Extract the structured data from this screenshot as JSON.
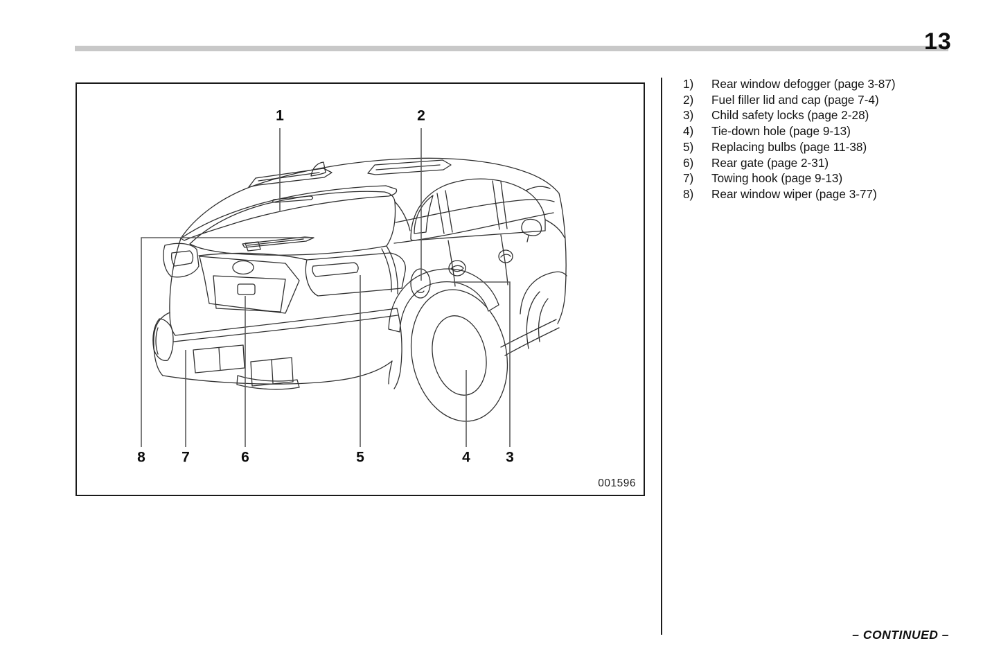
{
  "page": {
    "number": "13",
    "continued_label": "– CONTINUED –"
  },
  "figure": {
    "image_code": "001596",
    "callouts": {
      "c1": "1",
      "c2": "2",
      "c3": "3",
      "c4": "4",
      "c5": "5",
      "c6": "6",
      "c7": "7",
      "c8": "8"
    }
  },
  "legend": {
    "items": [
      {
        "num": "1)",
        "text": "Rear window defogger (page 3-87)"
      },
      {
        "num": "2)",
        "text": "Fuel filler lid and cap (page 7-4)"
      },
      {
        "num": "3)",
        "text": "Child safety locks (page 2-28)"
      },
      {
        "num": "4)",
        "text": "Tie-down hole (page 9-13)"
      },
      {
        "num": "5)",
        "text": "Replacing bulbs (page 11-38)"
      },
      {
        "num": "6)",
        "text": "Rear gate (page 2-31)"
      },
      {
        "num": "7)",
        "text": "Towing hook (page 9-13)"
      },
      {
        "num": "8)",
        "text": "Rear window wiper (page 3-77)"
      }
    ]
  },
  "colors": {
    "header_bar": "#c8c8c8",
    "line_art": "#2f2f2f",
    "callout_line": "#5a5a5a",
    "text": "#111111"
  }
}
